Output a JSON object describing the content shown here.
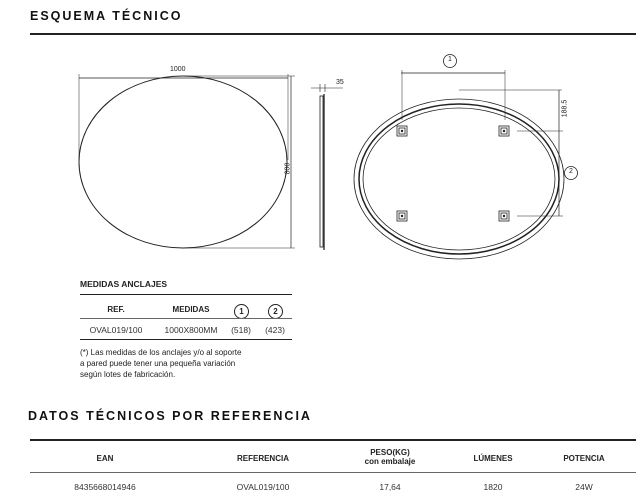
{
  "schema": {
    "title": "ESQUEMA TÉCNICO",
    "width_dim": "1000",
    "height_dim": "800",
    "depth_dim": "35",
    "anchor_dim_1": "1",
    "anchor_dim_2": "2",
    "top_offset_dim": "188.5"
  },
  "anchors": {
    "title": "MEDIDAS ANCLAJES",
    "headers": {
      "ref": "REF.",
      "medidas": "MEDIDAS",
      "c1": "1",
      "c2": "2"
    },
    "row": {
      "ref": "OVAL019/100",
      "medidas": "1000X800MM",
      "c1": "(518)",
      "c2": "(423)"
    },
    "note": [
      "(*) Las medidas de los anclajes y/o al soporte",
      "a pared puede tener una pequeña variación",
      "según lotes de fabricación."
    ]
  },
  "specs": {
    "title": "DATOS TÉCNICOS POR REFERENCIA",
    "headers": {
      "ean": "EAN",
      "ref": "REFERENCIA",
      "peso": "PESO(KG)",
      "peso_sub": "con embalaje",
      "lumenes": "LÚMENES",
      "potencia": "POTENCIA"
    },
    "row": {
      "ean": "8435668014946",
      "ref": "OVAL019/100",
      "peso": "17,64",
      "lumenes": "1820",
      "potencia": "24W"
    }
  }
}
